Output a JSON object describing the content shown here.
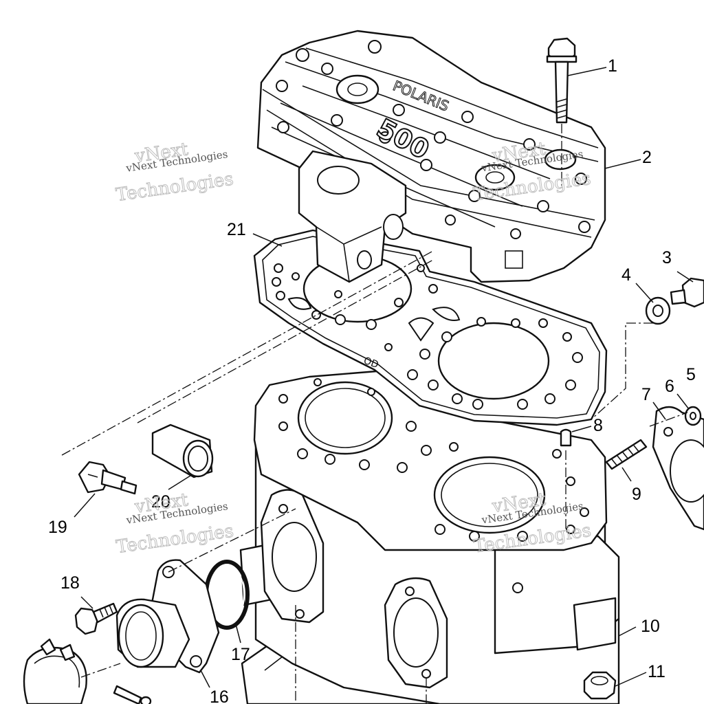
{
  "watermark": {
    "line1": "vNext",
    "line2": "vNext Technologies",
    "line3": "Technologies"
  },
  "emboss_text": "500",
  "callouts": [
    "1",
    "2",
    "3",
    "4",
    "5",
    "6",
    "7",
    "8",
    "9",
    "10",
    "11",
    "16",
    "17",
    "18",
    "19",
    "20",
    "21"
  ]
}
